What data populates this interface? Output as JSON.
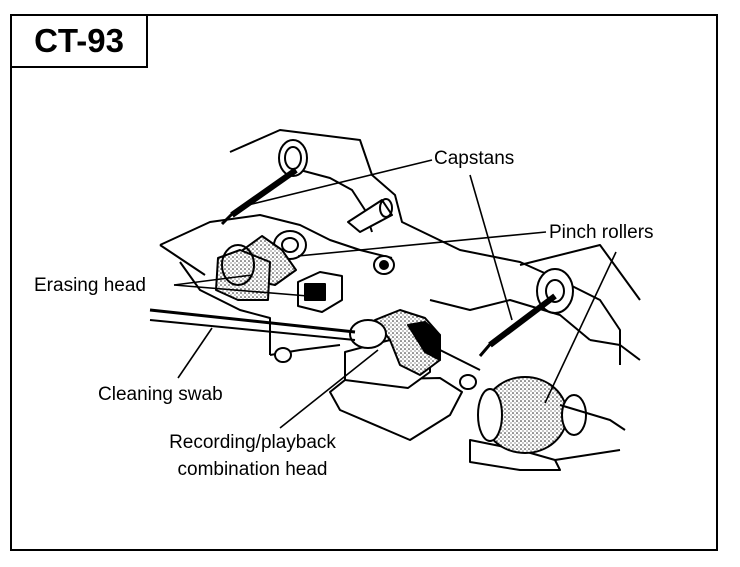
{
  "figure": {
    "model": "CT-93",
    "labels": {
      "capstans": "Capstans",
      "pinch_rollers": "Pinch rollers",
      "erasing_head": "Erasing head",
      "cleaning_swab": "Cleaning swab",
      "rp_head_line1": "Recording/playback",
      "rp_head_line2": "combination head"
    }
  },
  "colors": {
    "ink": "#000000",
    "paper": "#ffffff",
    "stipple": "#9a9a9a"
  }
}
